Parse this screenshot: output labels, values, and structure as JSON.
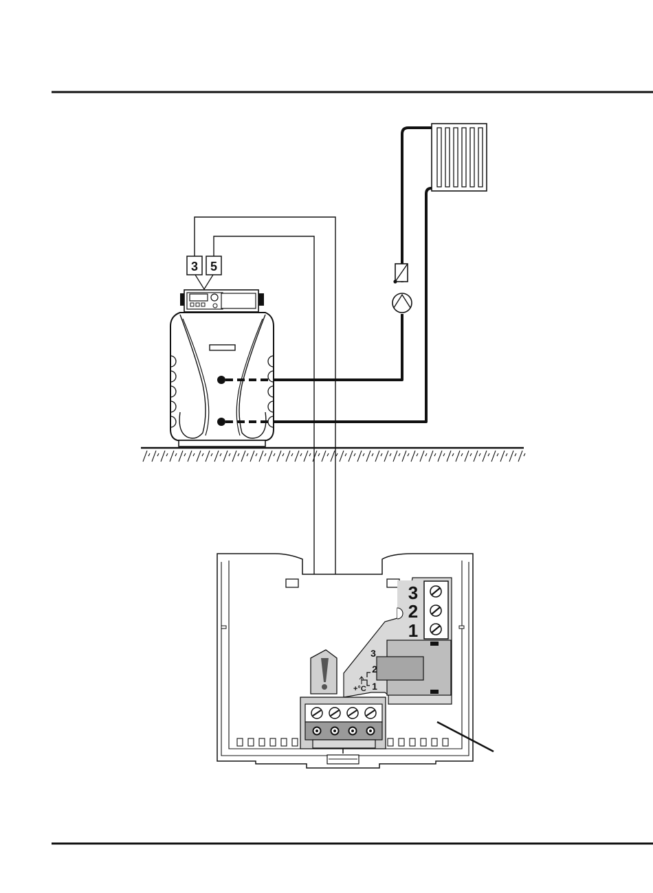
{
  "diagram": {
    "boiler_terminal_labels": [
      "3",
      "5"
    ],
    "room_unit_terminal_labels": [
      "3",
      "2",
      "1"
    ],
    "switch_contact_labels": [
      "3",
      "2",
      "1"
    ],
    "temperature_symbol": "+°C",
    "colors": {
      "line": "#111111",
      "panel_gray": "#d9d9d9",
      "relay_gray": "#bdbdbd",
      "relay_body": "#a6a6a6",
      "warning_body": "#cfcfcf"
    },
    "icons": [
      "heating-boiler-icon",
      "radiator-icon",
      "circulation-pump-icon",
      "valve-icon",
      "warning-icon",
      "screw-terminal-icon",
      "ground-hatching"
    ]
  }
}
